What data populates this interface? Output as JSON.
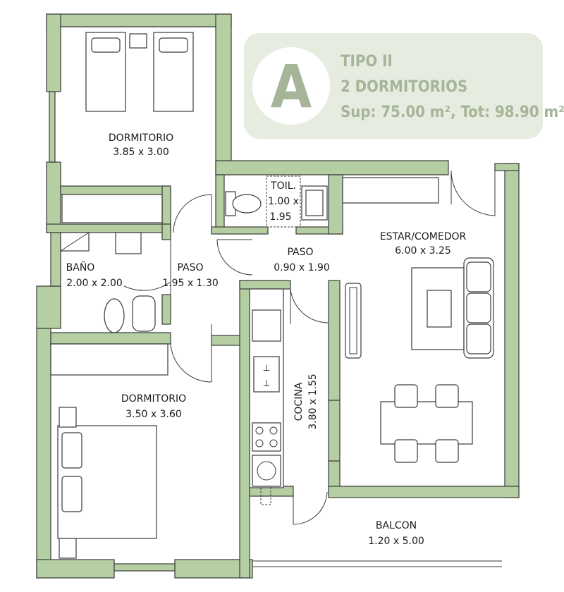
{
  "header": {
    "letter": "A",
    "line1": "TIPO II",
    "line2": "2 DORMITORIOS",
    "line3": "Sup: 75.00 m², Tot: 98.90 m²",
    "badge_color": "#e6ecdf",
    "text_color": "#a6b598"
  },
  "colors": {
    "wall": "#b5cfa3",
    "stroke": "#3a3a3a"
  },
  "rooms": {
    "dorm1": {
      "name": "DORMITORIO",
      "size": "3.85 x 3.00"
    },
    "toil": {
      "name": "TOIL.",
      "size_a": "1.00 x",
      "size_b": "1.95"
    },
    "estar": {
      "name": "ESTAR/COMEDOR",
      "size": "6.00 x 3.25"
    },
    "bano": {
      "name": "BAÑO",
      "size": "2.00 x 2.00"
    },
    "paso1": {
      "name": "PASO",
      "size": "1.95 x 1.30"
    },
    "paso2": {
      "name": "PASO",
      "size": "0.90 x 1.90"
    },
    "cocina": {
      "name": "COCINA",
      "size": "3.80 x 1.55"
    },
    "dorm2": {
      "name": "DORMITORIO",
      "size": "3.50 x 3.60"
    },
    "balcon": {
      "name": "BALCON",
      "size": "1.20 x 5.00"
    }
  }
}
